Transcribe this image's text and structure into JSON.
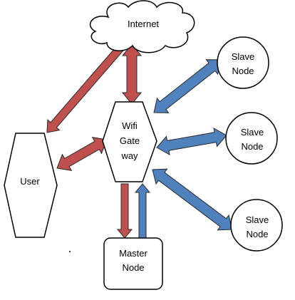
{
  "colors": {
    "red_arrow": "#C0504D",
    "blue_arrow": "#4F81BD",
    "outline": "#000000",
    "background": "#FFFFFF"
  },
  "nodes": {
    "internet": {
      "label": "Internet",
      "shape": "cloud"
    },
    "gateway": {
      "lines": [
        "Wifi",
        "Gate",
        "way"
      ],
      "shape": "hexagon"
    },
    "user": {
      "label": "User",
      "shape": "hexagon"
    },
    "slave_1": {
      "lines": [
        "Slave",
        "Node"
      ],
      "shape": "circle"
    },
    "slave_2": {
      "lines": [
        "Slave",
        "Node"
      ],
      "shape": "circle"
    },
    "slave_3": {
      "lines": [
        "Slave",
        "Node"
      ],
      "shape": "circle"
    },
    "master": {
      "lines": [
        "Master",
        "Node"
      ],
      "shape": "rounded-rectangle"
    }
  },
  "connections": [
    {
      "from": "internet",
      "to": "user",
      "direction": "one-way",
      "color": "red"
    },
    {
      "from": "internet",
      "to": "gateway",
      "direction": "two-way",
      "color": "red"
    },
    {
      "from": "gateway",
      "to": "user",
      "direction": "two-way",
      "color": "red"
    },
    {
      "from": "gateway",
      "to": "slave_1",
      "direction": "two-way",
      "color": "blue"
    },
    {
      "from": "gateway",
      "to": "slave_2",
      "direction": "two-way",
      "color": "blue"
    },
    {
      "from": "gateway",
      "to": "slave_3",
      "direction": "two-way",
      "color": "blue"
    },
    {
      "from": "gateway",
      "to": "master",
      "direction": "one-way",
      "color": "red"
    },
    {
      "from": "master",
      "to": "gateway",
      "direction": "one-way",
      "color": "blue"
    }
  ]
}
